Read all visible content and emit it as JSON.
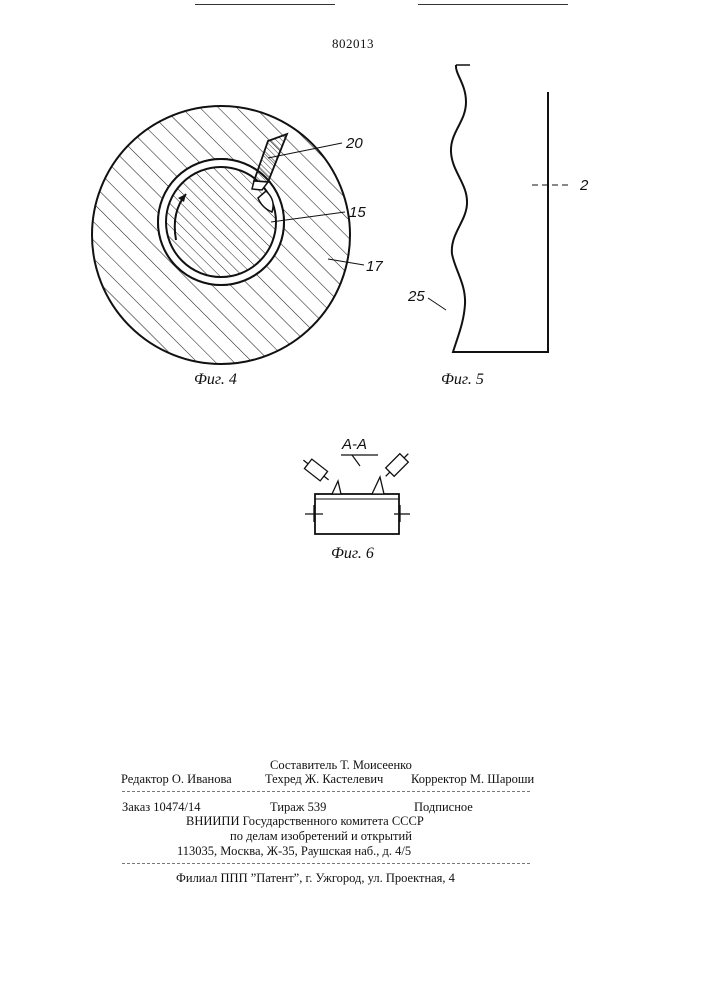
{
  "patent_number": "802013",
  "figures": {
    "fig4": {
      "caption": "Фиг. 4",
      "labels": {
        "l20": "20",
        "l15": "15",
        "l17": "17"
      }
    },
    "fig5": {
      "caption": "Фиг. 5",
      "labels": {
        "l2": "2",
        "l25": "25"
      }
    },
    "fig6": {
      "caption": "Фиг. 6",
      "section": "А-А"
    }
  },
  "footer": {
    "compiler": "Составитель Т. Моисеенко",
    "editor": "Редактор О. Иванова",
    "techred": "Техред Ж. Кастелевич",
    "corrector": "Корректор М. Шароши",
    "order": "Заказ 10474/14",
    "circulation": "Тираж  539",
    "subscription": "Подписное",
    "org1": "ВНИИПИ Государственного комитета СССР",
    "org2": "по делам изобретений и открытий",
    "address": "113035, Москва, Ж-35, Раушская наб., д. 4/5",
    "branch": "Филиал ППП ”Патент”, г. Ужгород, ул. Проектная, 4"
  }
}
